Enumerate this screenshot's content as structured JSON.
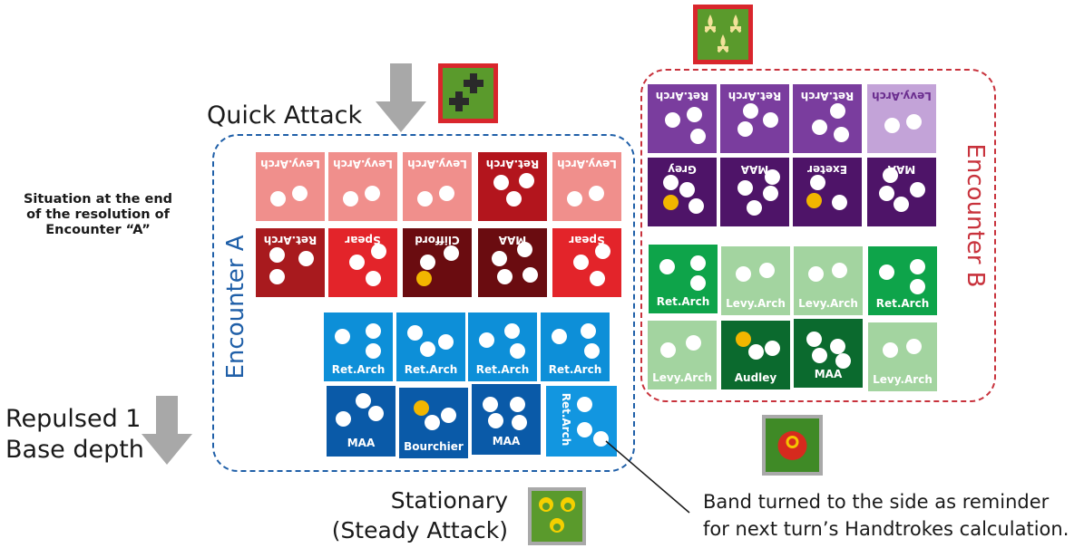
{
  "title": {
    "line1": "Situation at the end",
    "line2": "of the resolution of",
    "line3": "Encounter “A”"
  },
  "labels": {
    "quick_attack": "Quick Attack",
    "encounter_a": "Encounter A",
    "encounter_b": "Encounter B",
    "repulsed_line1": "Repulsed 1",
    "repulsed_line2": "Base depth",
    "stationary_line1": "Stationary",
    "stationary_line2": "(Steady Attack)",
    "callout_line1": "Band turned to the side as reminder",
    "callout_line2": "for next turn’s Handtrokes calculation."
  },
  "colors": {
    "encounter_a_border": "#1f5fa8",
    "encounter_b_border": "#c8323c",
    "arrow": "#a8a8a8",
    "leader_dot": "#f2b600"
  },
  "icons": {
    "arrow": "down-arrow-icon",
    "banner_crosses": "crosses-banner-icon",
    "banner_fleur": "fleur-de-lis-banner-icon",
    "banner_sun": "sun-banner-icon",
    "banner_rings": "gold-rings-banner-icon"
  },
  "blocks": {
    "a_row1": [
      "Levy.Arch",
      "Levy.Arch",
      "Levy.Arch",
      "Ret.Arch",
      "Levy.Arch"
    ],
    "a_row2": [
      "Ret.Arch",
      "Spear",
      "Clifford",
      "MAA",
      "Spear"
    ],
    "a_row3": [
      "Ret.Arch",
      "Ret.Arch",
      "Ret.Arch",
      "Ret.Arch"
    ],
    "a_row4": [
      "MAA",
      "Bourchier",
      "MAA",
      "Ret.Arch"
    ],
    "b_row1": [
      "Ret.Arch",
      "Ret.Arch",
      "Ret.Arch",
      "Levy.Arch"
    ],
    "b_row2": [
      "Grey",
      "MAA",
      "Exeter",
      "MAA"
    ],
    "b_row3": [
      "Ret.Arch",
      "Levy.Arch",
      "Levy.Arch",
      "Ret.Arch"
    ],
    "b_row4": [
      "Levy.Arch",
      "Audley",
      "MAA",
      "Levy.Arch"
    ]
  }
}
